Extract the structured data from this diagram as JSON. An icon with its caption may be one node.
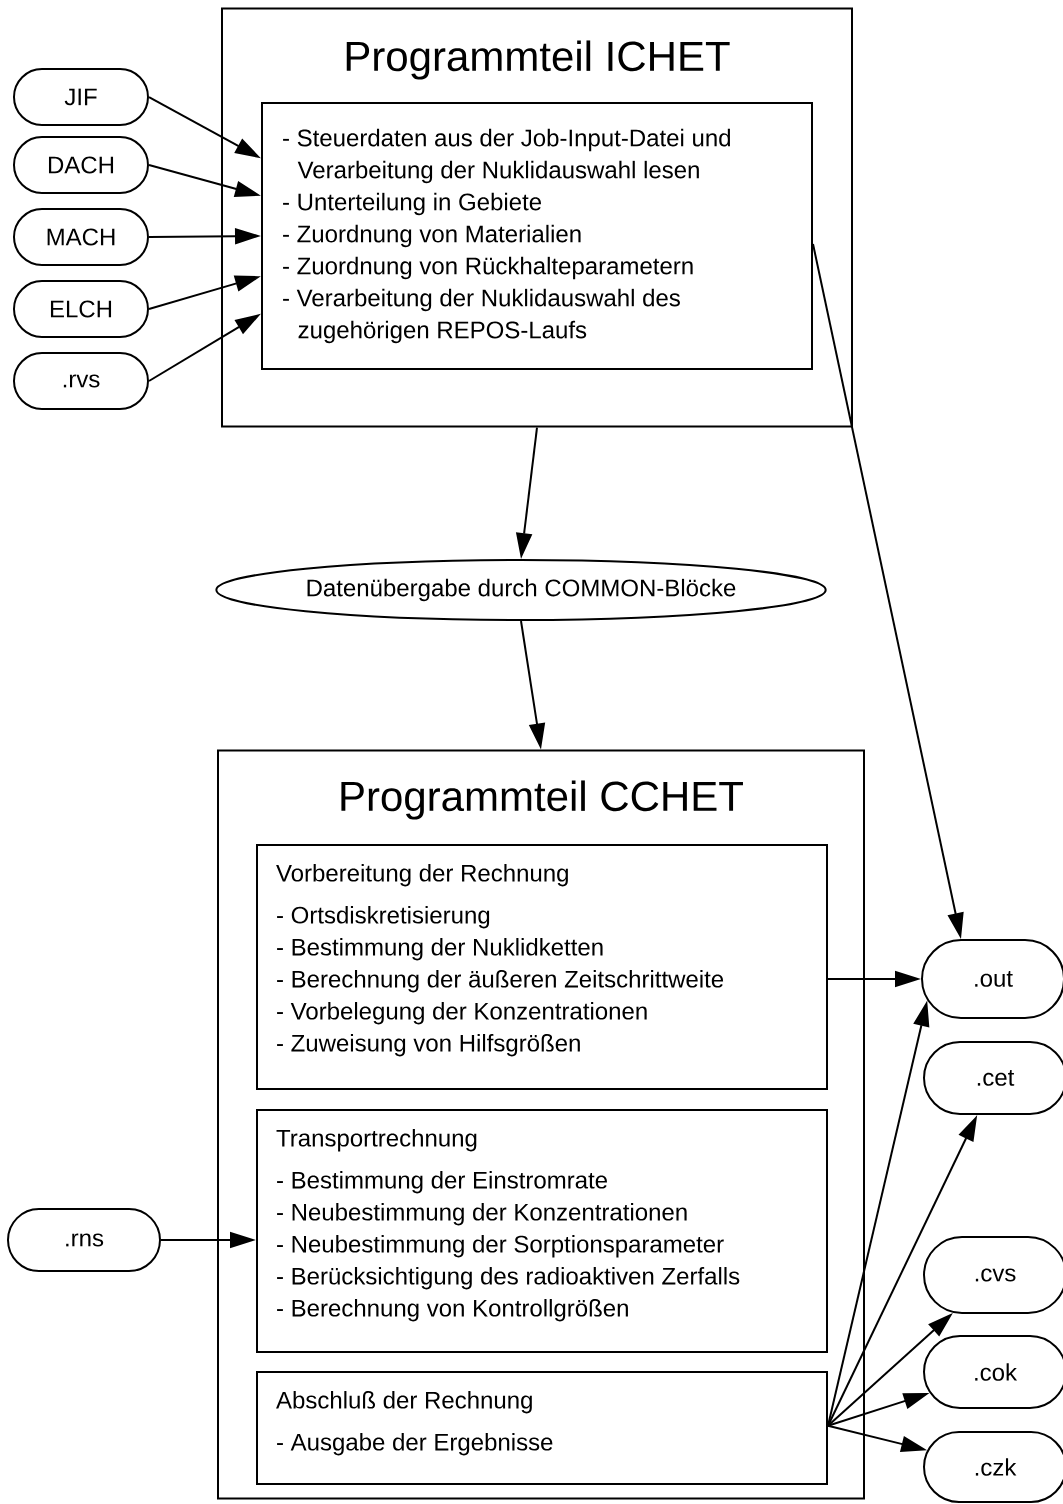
{
  "diagram": {
    "nodes": [
      {
        "text": [
          "Programmteil ICHET"
        ]
      },
      {
        "text": [
          "- Steuerdaten aus der Job-Input-Datei und Verarbeitung der Nuklidauswahl lesen",
          "- Unterteilung in Gebiete",
          "- Zuordnung von Materialien",
          "- Zuordnung von Rückhalteparametern",
          "- Verarbeitung der Nuklidauswahl des zugehörigen REPOS-Laufs"
        ],
        "in": 0
      },
      {
        "text": [
          "JIF"
        ]
      },
      {
        "text": [
          "DACH"
        ]
      },
      {
        "text": [
          "MACH"
        ]
      },
      {
        "text": [
          "ELCH"
        ]
      },
      {
        "text": [
          ".rvs"
        ]
      },
      {
        "text": [
          "Datenübergabe durch COMMON-Blöcke"
        ]
      },
      {
        "text": [
          "Programmteil CCHET"
        ]
      },
      {
        "text": [
          "Vorbereitung der Rechnung",
          "- Ortsdiskretisierung",
          "- Bestimmung der Nuklidketten",
          "- Berechnung der äußeren Zeitschrittweite",
          "- Vorbelegung der Konzentrationen",
          "- Zuweisung von Hilfsgrößen"
        ],
        "in": 8
      },
      {
        "text": [
          "Transportrechnung",
          "- Bestimmung der Einstromrate",
          "- Neubestimmung der Konzentrationen",
          "- Neubestimmung der Sorptionsparameter",
          "- Berücksichtigung des radioaktiven Zerfalls",
          "- Berechnung von Kontrollgrößen"
        ],
        "in": 8
      },
      {
        "text": [
          "Abschluß der Rechnung",
          "- Ausgabe der Ergebnisse"
        ],
        "in": 8
      },
      {
        "text": [
          ".rns"
        ]
      },
      {
        "text": [
          ".out"
        ]
      },
      {
        "text": [
          ".cet"
        ]
      },
      {
        "text": [
          ".cvs"
        ]
      },
      {
        "text": [
          ".cok"
        ]
      },
      {
        "text": [
          ".czk"
        ]
      }
    ],
    "edges": [
      {
        "from": 2,
        "to": 1,
        "arrow": "to"
      },
      {
        "from": 3,
        "to": 1,
        "arrow": "to"
      },
      {
        "from": 4,
        "to": 1,
        "arrow": "to"
      },
      {
        "from": 5,
        "to": 1,
        "arrow": "to"
      },
      {
        "from": 6,
        "to": 1,
        "arrow": "to"
      },
      {
        "from": 0,
        "to": 7,
        "arrow": "to"
      },
      {
        "from": 7,
        "to": 8,
        "arrow": "to"
      },
      {
        "from": 1,
        "to": 13,
        "arrow": "to"
      },
      {
        "from": 9,
        "to": 13,
        "arrow": "to"
      },
      {
        "from": 12,
        "to": 10,
        "arrow": "to"
      },
      {
        "from": 11,
        "to": 13,
        "arrow": "to"
      },
      {
        "from": 11,
        "to": 14,
        "arrow": "to"
      },
      {
        "from": 11,
        "to": 15,
        "arrow": "to"
      },
      {
        "from": 11,
        "to": 16,
        "arrow": "to"
      },
      {
        "from": 11,
        "to": 17,
        "arrow": "to"
      }
    ]
  }
}
